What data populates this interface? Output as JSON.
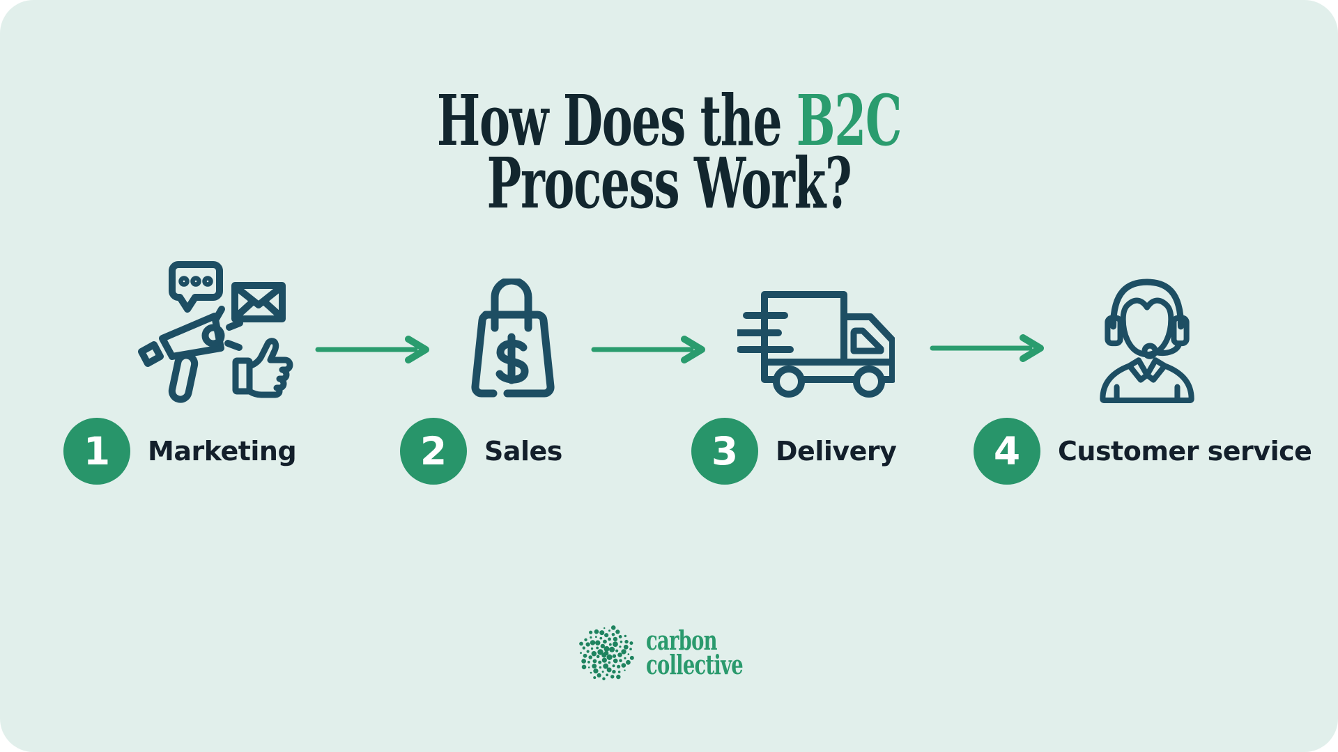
{
  "title": {
    "line1_text": "How Does the ",
    "line1_highlight": "B2C",
    "line2": "Process Work?"
  },
  "steps": [
    {
      "number": "1",
      "label": "Marketing",
      "icon": "megaphone-marketing-icon"
    },
    {
      "number": "2",
      "label": "Sales",
      "icon": "shopping-bag-dollar-icon"
    },
    {
      "number": "3",
      "label": "Delivery",
      "icon": "delivery-truck-icon"
    },
    {
      "number": "4",
      "label": "Customer service",
      "icon": "customer-service-headset-icon"
    }
  ],
  "connectors": {
    "style": "right-arrow",
    "count": 3
  },
  "logo": {
    "name_line1": "carbon",
    "name_line2": "collective"
  },
  "colors": {
    "canvas_bg": "#e1efeb",
    "icon_teal": "#1d4e63",
    "accent_green": "#2a9c6e",
    "badge_green": "#28956a",
    "title_dark": "#12262e",
    "label_dark": "#131f2b",
    "logo_green": "#2a9a6d",
    "logo_dot_green": "#1e835f",
    "badge_number_color": "#ffffff"
  }
}
